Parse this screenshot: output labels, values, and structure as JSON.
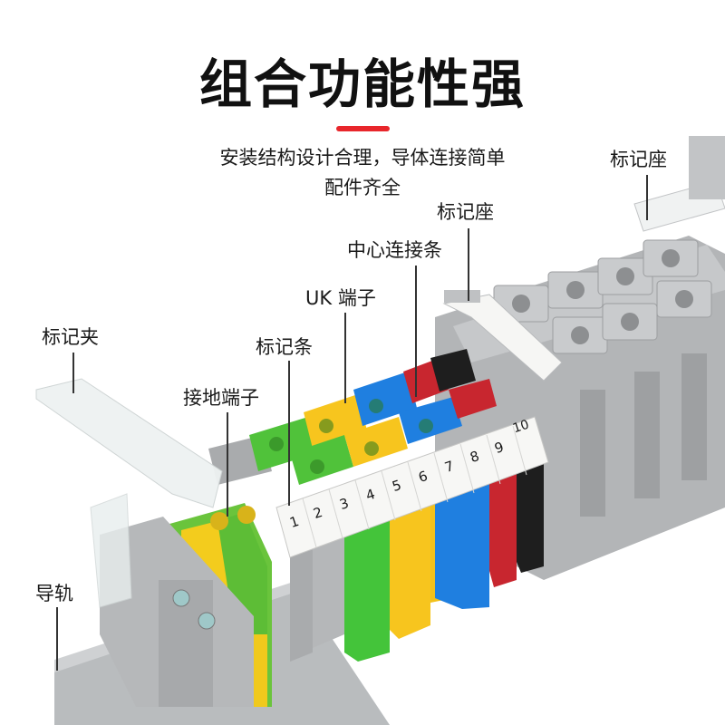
{
  "header": {
    "title": "组合功能性强",
    "accent_color": "#e8262b",
    "subtitle_line1": "安装结构设计合理，导体连接简单",
    "subtitle_line2": "配件齐全"
  },
  "callouts": [
    {
      "id": "marker-seat-right",
      "label": "标记座"
    },
    {
      "id": "marker-seat-center",
      "label": "标记座"
    },
    {
      "id": "center-connection-bar",
      "label": "中心连接条"
    },
    {
      "id": "uk-terminal",
      "label": "UK 端子"
    },
    {
      "id": "marker-clip",
      "label": "标记夹"
    },
    {
      "id": "marker-strip",
      "label": "标记条"
    },
    {
      "id": "ground-terminal",
      "label": "接地端子"
    },
    {
      "id": "din-rail",
      "label": "导轨"
    }
  ],
  "marker_numbers": [
    "1",
    "2",
    "3",
    "4",
    "5",
    "6",
    "7",
    "8",
    "9",
    "10"
  ],
  "terminal_colors": {
    "ground_green": "#5ec43a",
    "ground_yellow": "#f5cc1c",
    "gray": "#a9abad",
    "green": "#44c43a",
    "yellow": "#f7c51e",
    "blue": "#1f7fe0",
    "red": "#c8262f",
    "black": "#1e1e1e",
    "marker_white": "#f7f7f5"
  }
}
